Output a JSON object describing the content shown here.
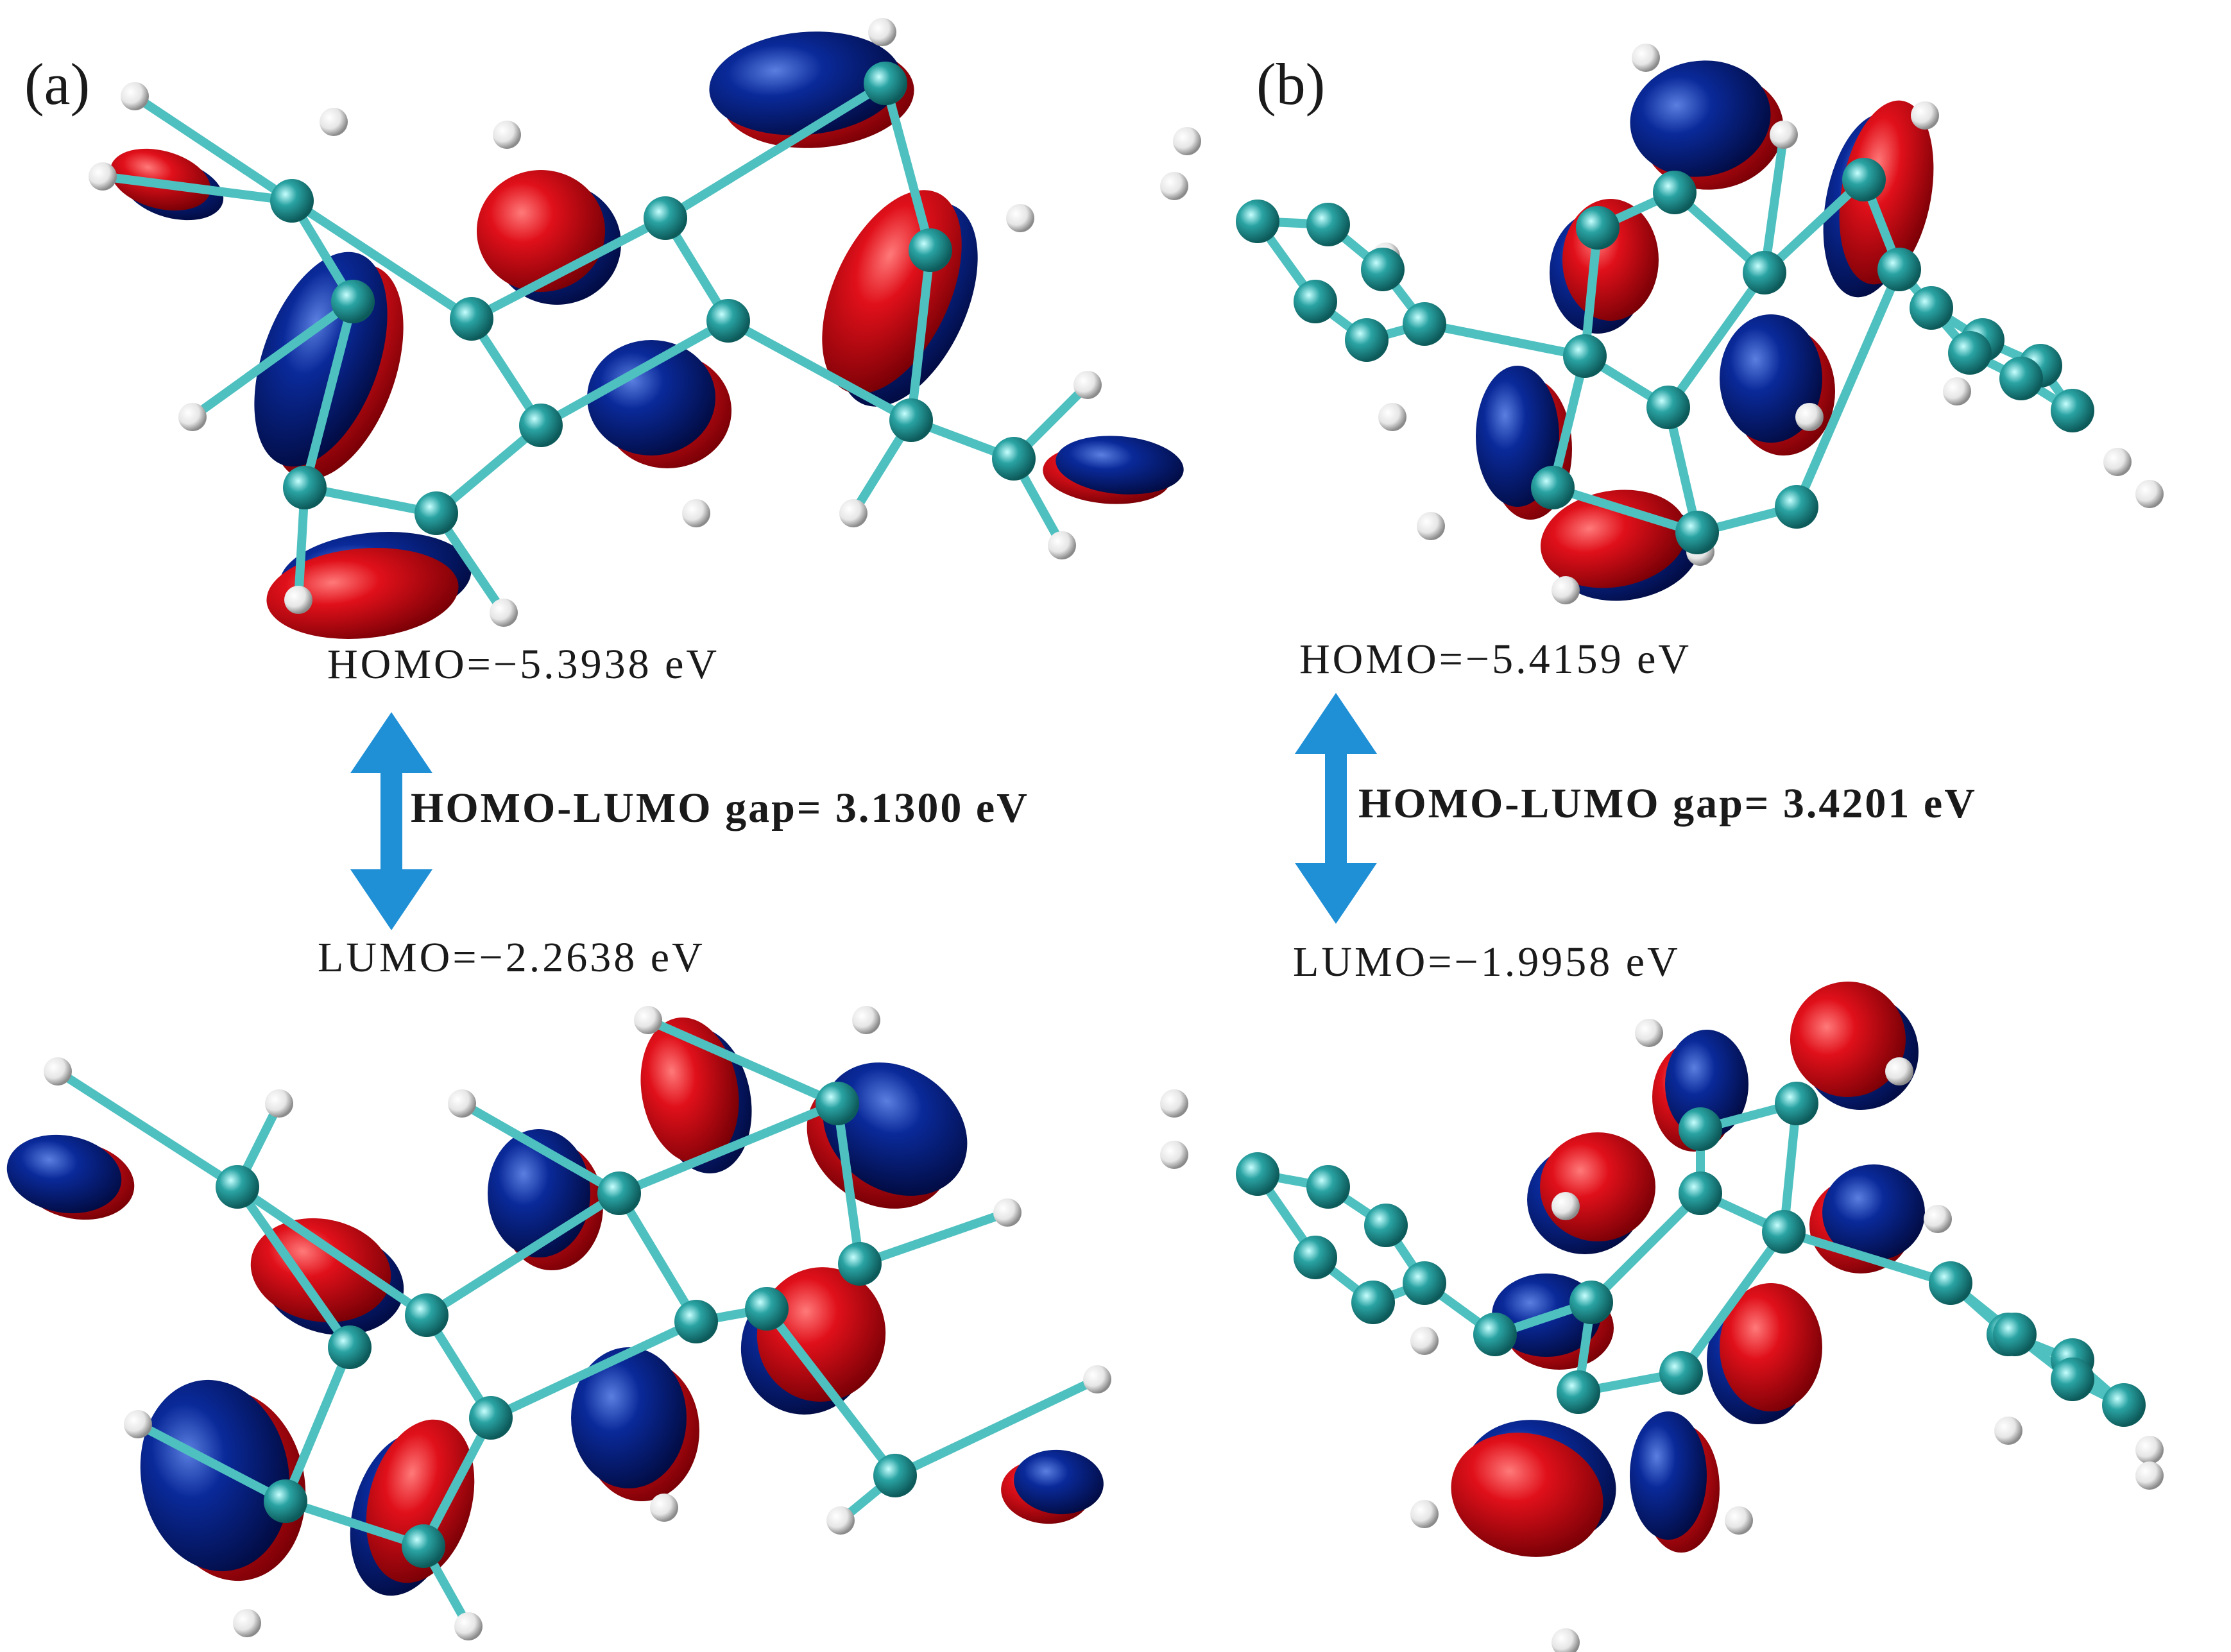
{
  "figure": {
    "panels": [
      {
        "label": "(a)",
        "homo_text": "HOMO=−5.3938 eV",
        "gap_text": "HOMO-LUMO gap= 3.1300 eV",
        "lumo_text": "LUMO=−2.2638 eV",
        "homo_ev": -5.3938,
        "lumo_ev": -2.2638,
        "gap_ev": 3.13
      },
      {
        "label": "(b)",
        "homo_text": "HOMO=−5.4159 eV",
        "gap_text": "HOMO-LUMO gap= 3.4201 eV",
        "lumo_text": "LUMO=−1.9958 eV",
        "homo_ev": -5.4159,
        "lumo_ev": -1.9958,
        "gap_ev": 3.4201
      }
    ],
    "colors": {
      "orbital_positive": "#e0101a",
      "orbital_negative": "#0a2a9a",
      "atom_carbon": "#2aa3a3",
      "atom_hydrogen": "#f0f0f0",
      "bond": "#4fc0c0",
      "arrow": "#1f8fd6",
      "text": "#1a1a1a"
    }
  }
}
